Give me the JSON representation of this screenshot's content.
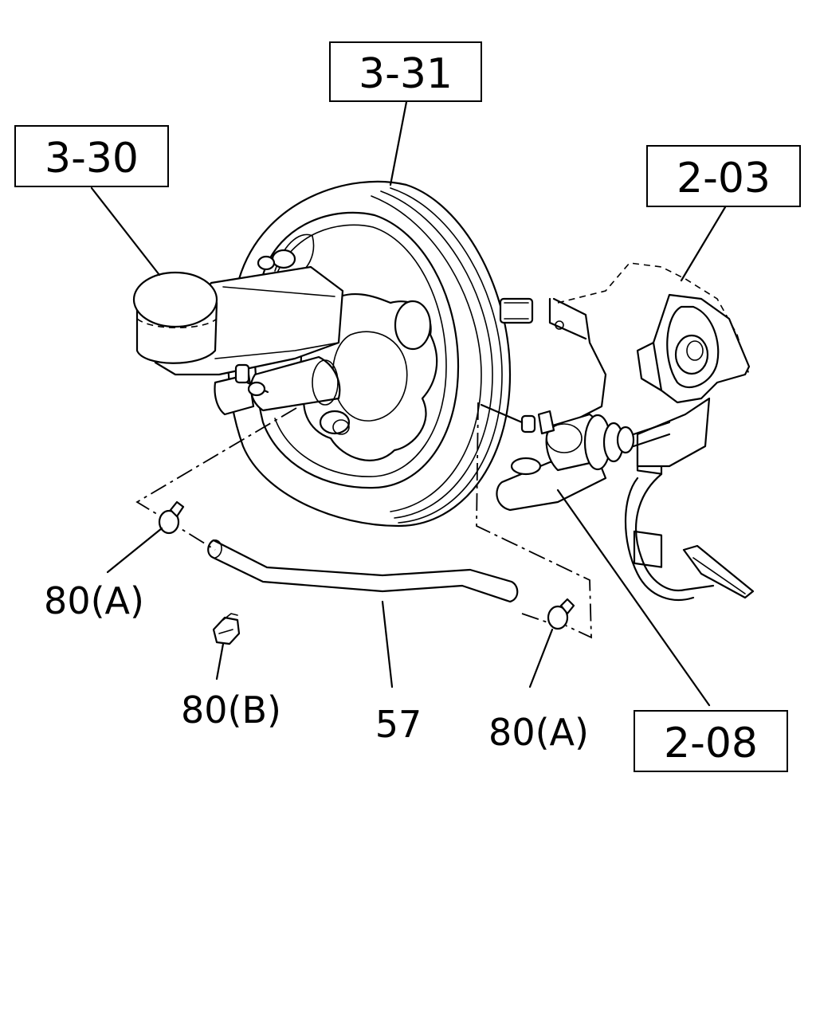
{
  "references": {
    "booster": "3-31",
    "master_cylinder": "3-30",
    "pedal_bracket": "2-03",
    "clutch_cylinder": "2-08"
  },
  "callouts": {
    "clamp_a_left": "80(A)",
    "clamp_b": "80(B)",
    "hose": "57",
    "clamp_a_right": "80(A)"
  }
}
